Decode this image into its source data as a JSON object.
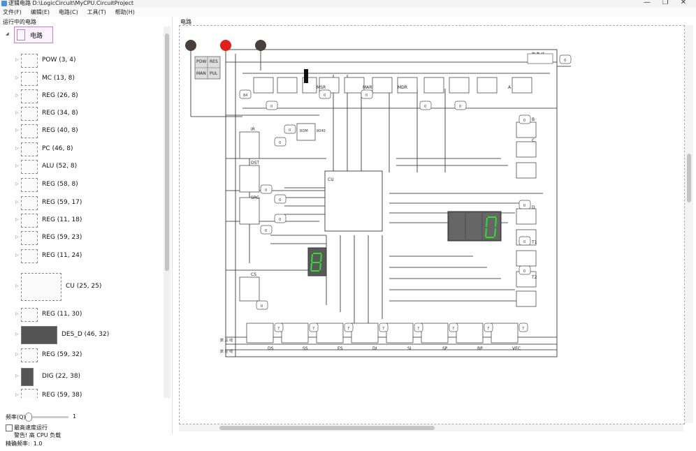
{
  "window": {
    "title": "逻辑电路 D:\\LogicCircuit\\MyCPU.CircuitProject",
    "minimize_glyph": "—",
    "maximize_glyph": "❐",
    "close_glyph": "✕"
  },
  "menu": {
    "items": [
      "文件(F)",
      "编辑(E)",
      "电路(C)",
      "工具(T)",
      "帮助(H)"
    ]
  },
  "left_panel": {
    "title": "运行中的电路",
    "root_label": "电路",
    "items": [
      {
        "label": "POW  (3, 4)"
      },
      {
        "label": "MC  (13, 8)"
      },
      {
        "label": "REG  (26, 8)"
      },
      {
        "label": "REG  (34, 8)"
      },
      {
        "label": "REG  (40, 8)"
      },
      {
        "label": "PC  (46, 8)"
      },
      {
        "label": "ALU  (52, 8)"
      },
      {
        "label": "REG  (58, 8)"
      },
      {
        "label": "REG  (59, 17)"
      },
      {
        "label": "REG  (11, 18)"
      },
      {
        "label": "REG  (59, 23)"
      },
      {
        "label": "REG  (11, 24)"
      },
      {
        "label": "CU  (25, 25)"
      },
      {
        "label": "REG  (11, 30)"
      },
      {
        "label": "DES_D  (46, 32)"
      },
      {
        "label": "REG  (59, 32)"
      },
      {
        "label": "DIG  (22, 38)"
      },
      {
        "label": "REG  (59, 38)"
      }
    ]
  },
  "controls": {
    "freq_label": "频率(Q)",
    "freq_value": "1",
    "max_speed_label": "最高速度运行",
    "warning_text": "警告!  高 CPU 负载",
    "accuracy_label": "精确频率:",
    "accuracy_value": "1.0"
  },
  "circuit_panel": {
    "title": "电路",
    "labels": {
      "ir": "IR",
      "dst": "DST",
      "src": "SRC",
      "cs": "CS",
      "cu": "CU",
      "rom": "ROM",
      "mar": "MAR",
      "mdr": "MDR",
      "msr": "MSR",
      "a": "A",
      "b": "B",
      "c": "C",
      "d": "D",
      "t1": "T1",
      "t2": "T2",
      "ds": "DS",
      "ss": "SS",
      "es": "ES",
      "di": "DI",
      "si": "SI",
      "sp": "SP",
      "bp": "BP",
      "vec": "VEC",
      "pow": "POW",
      "res": "RES",
      "man": "MAN",
      "pul": "PUL",
      "hex84": "84",
      "hex8040": "8040",
      "zero": "0",
      "seven": "7",
      "side1": "数 总 线",
      "side2": "数 控 线",
      "side3": "数 数 线"
    }
  },
  "colors": {
    "accent_purple": "#c37fd6",
    "led_red": "#e0201a",
    "led_dark": "#4a3f3a",
    "seg_green": "#33dd33",
    "display_bg": "#5a5a5a"
  }
}
